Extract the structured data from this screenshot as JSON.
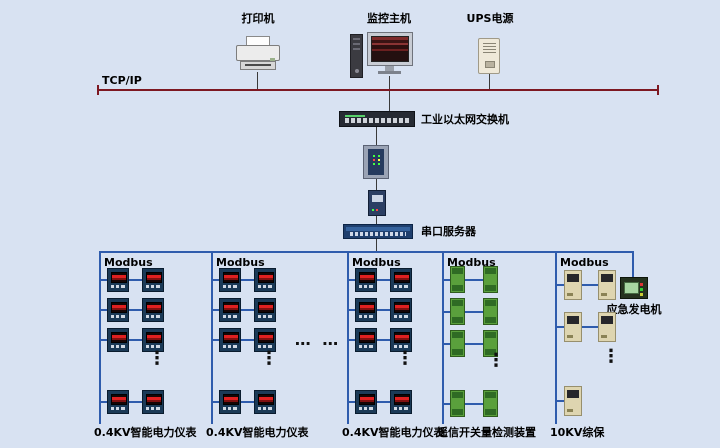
{
  "colors": {
    "background": "#d8e2f2",
    "tcpip_line": "#7d1822",
    "bus_line": "#2f5cad"
  },
  "top_devices": [
    {
      "id": "printer",
      "label": "打印机"
    },
    {
      "id": "monitor-host",
      "label": "监控主机"
    },
    {
      "id": "ups",
      "label": "UPS电源"
    }
  ],
  "network": {
    "tcpip_label": "TCP/IP",
    "switch_label": "工业以太网交换机",
    "serial_server_label": "串口服务器"
  },
  "bus_columns": [
    {
      "modbus_label": "Modbus",
      "bottom_label": "0.4KV智能电力仪表",
      "device_type": "meter"
    },
    {
      "modbus_label": "Modbus",
      "bottom_label": "0.4KV智能电力仪表",
      "device_type": "meter"
    },
    {
      "modbus_label": "Modbus",
      "bottom_label": "0.4KV智能电力仪表",
      "device_type": "meter"
    },
    {
      "modbus_label": "Modbus",
      "bottom_label": "遥信开关量检测装置",
      "device_type": "io"
    },
    {
      "modbus_label": "Modbus",
      "bottom_label": "10KV综保",
      "device_type": "relay"
    }
  ],
  "generator": {
    "label": "应急发电机"
  },
  "ellipsis": "…  …",
  "dots_vertical": "⋮"
}
